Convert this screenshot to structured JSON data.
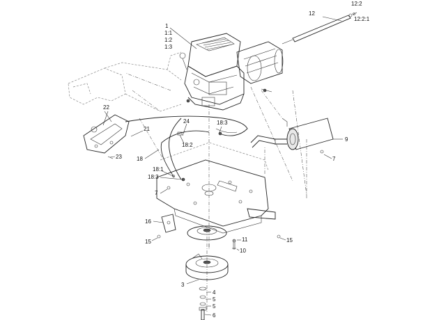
{
  "diagram": {
    "callouts": [
      {
        "id": "c1",
        "text": "1"
      },
      {
        "id": "c1_1",
        "text": "1:1"
      },
      {
        "id": "c1_2",
        "text": "1:2"
      },
      {
        "id": "c1_3",
        "text": "1:3"
      },
      {
        "id": "c12",
        "text": "12"
      },
      {
        "id": "c12_2",
        "text": "12:2"
      },
      {
        "id": "c12_2_1",
        "text": "12:2:1"
      },
      {
        "id": "c22",
        "text": "22"
      },
      {
        "id": "c21",
        "text": "21"
      },
      {
        "id": "c24",
        "text": "24"
      },
      {
        "id": "c18_3a",
        "text": "18:3"
      },
      {
        "id": "c18_2",
        "text": "18:2"
      },
      {
        "id": "c23",
        "text": "23"
      },
      {
        "id": "c18",
        "text": "18"
      },
      {
        "id": "c18_1",
        "text": "18:1"
      },
      {
        "id": "c18_3b",
        "text": "18:3"
      },
      {
        "id": "c7a",
        "text": "7"
      },
      {
        "id": "c9",
        "text": "9"
      },
      {
        "id": "c7b",
        "text": "7"
      },
      {
        "id": "c16",
        "text": "16"
      },
      {
        "id": "c15a",
        "text": "15"
      },
      {
        "id": "c11",
        "text": "11"
      },
      {
        "id": "c10",
        "text": "10"
      },
      {
        "id": "c15b",
        "text": "15"
      },
      {
        "id": "c3",
        "text": "3"
      },
      {
        "id": "c4",
        "text": "4"
      },
      {
        "id": "c5a",
        "text": "5"
      },
      {
        "id": "c5b",
        "text": "5"
      },
      {
        "id": "c6",
        "text": "6"
      }
    ]
  }
}
